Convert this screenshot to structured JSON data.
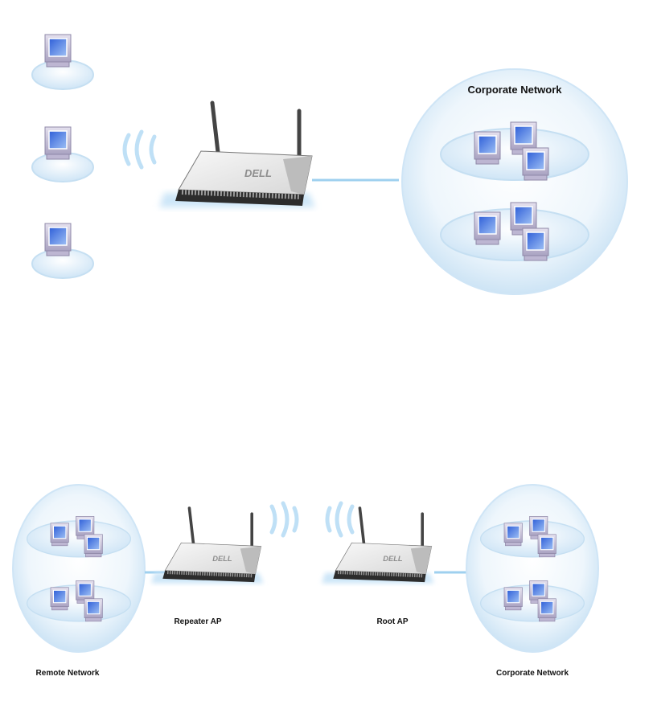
{
  "top": {
    "corporate_label": "Corporate Network",
    "router_logo": "DELL"
  },
  "bottom": {
    "repeater_label": "Repeater AP",
    "root_label": "Root AP",
    "remote_label": "Remote Network",
    "corporate_label": "Corporate Network",
    "router_logo": "DELL"
  },
  "colors": {
    "glow": "#cfe6f7",
    "link": "#9fd0ef",
    "screen": "#3d6de0",
    "monitor_body": "#c9c2dc"
  },
  "icons": [
    "computer-icon",
    "access-point-icon",
    "wireless-signal-icon",
    "network-cloud-icon"
  ]
}
